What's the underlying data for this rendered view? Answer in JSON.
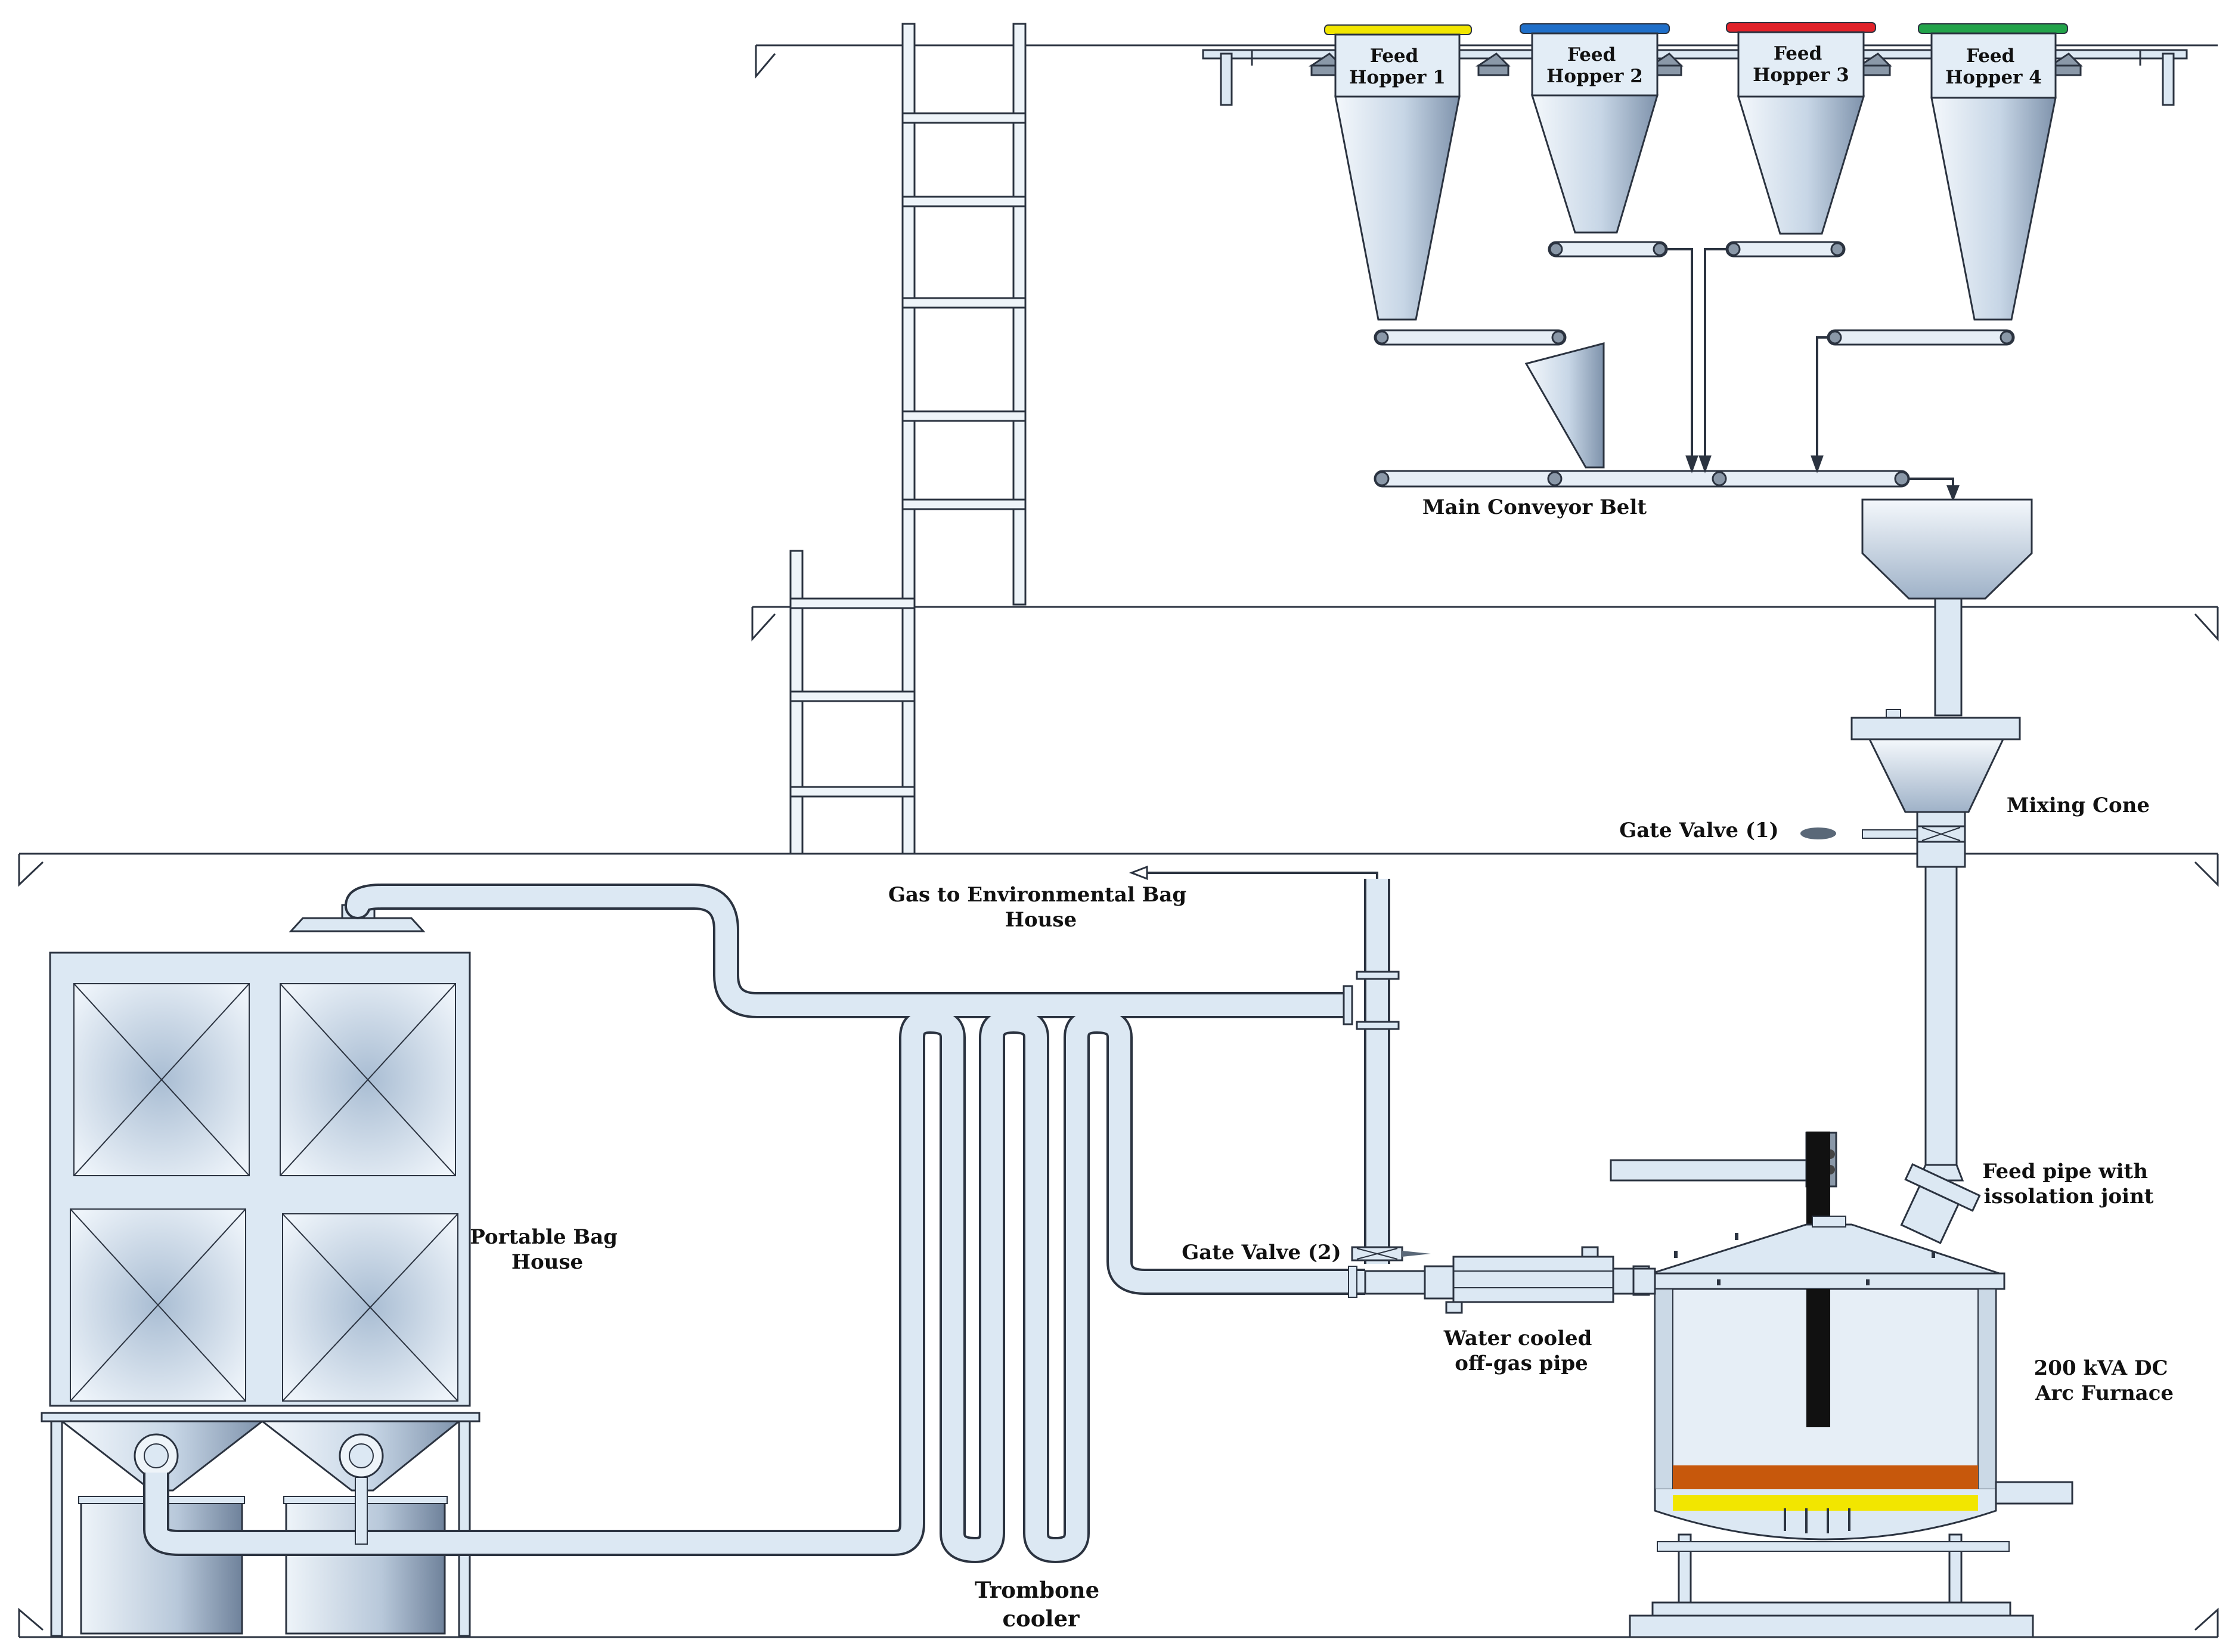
{
  "colors": {
    "equipment_fill": "#dce8f3",
    "outline": "#2b3340",
    "hopper1_lid": "#f2e600",
    "hopper2_lid": "#1f6fc9",
    "hopper3_lid": "#e0222a",
    "hopper4_lid": "#22a34a",
    "slag_layer": "#c7580c",
    "metal_layer": "#f2e600",
    "electrode": "#111111"
  },
  "labels": {
    "feed_hopper_1": [
      "Feed",
      "Hopper 1"
    ],
    "feed_hopper_2": [
      "Feed",
      "Hopper 2"
    ],
    "feed_hopper_3": [
      "Feed",
      "Hopper 3"
    ],
    "feed_hopper_4": [
      "Feed",
      "Hopper 4"
    ],
    "main_conveyor_belt": "Main Conveyor Belt",
    "mixing_cone": "Mixing Cone",
    "gate_valve_1": "Gate Valve (1)",
    "gate_valve_2": "Gate Valve (2)",
    "gas_to_env_bag_house": [
      "Gas to Environmental Bag",
      "House"
    ],
    "portable_bag_house": [
      "Portable Bag",
      "House"
    ],
    "water_cooled_pipe": [
      "Water cooled",
      "off-gas pipe"
    ],
    "feed_pipe": [
      "Feed pipe with",
      "issolation joint"
    ],
    "arc_furnace": [
      "200 kVA DC",
      "Arc Furnace"
    ],
    "trombone_cooler": [
      "Trombone",
      "cooler"
    ]
  },
  "icons": {
    "ladder": "ladder-icon",
    "conveyor": "conveyor-belt-icon",
    "hopper": "hopper-icon",
    "valve": "gate-valve-icon",
    "furnace": "arc-furnace-icon",
    "bag_house": "bag-house-icon"
  }
}
